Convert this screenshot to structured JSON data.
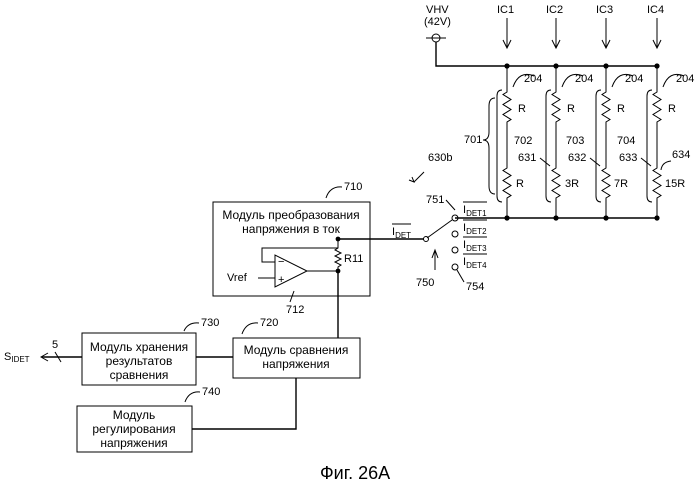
{
  "supply": {
    "name": "VHV",
    "voltage": "(42V)"
  },
  "currents": [
    "IC1",
    "IC2",
    "IC3",
    "IC4"
  ],
  "resistor_refs": [
    "204",
    "204",
    "204",
    "204"
  ],
  "top_resistors": [
    "R",
    "R",
    "R",
    "R"
  ],
  "bottom_resistors": [
    "R",
    "3R",
    "7R",
    "15R"
  ],
  "groups": [
    "701",
    "702",
    "703",
    "704"
  ],
  "bottom_refs": [
    "631",
    "632",
    "633",
    "634"
  ],
  "switch": {
    "block_ref": "630b",
    "switch_ref": "750",
    "contact_top_ref": "751",
    "contact_bottom_ref": "754",
    "input_label": "I",
    "input_sub": "DET",
    "outputs": [
      {
        "main": "I",
        "sub": "DET1"
      },
      {
        "main": "I",
        "sub": "DET2"
      },
      {
        "main": "I",
        "sub": "DET3"
      },
      {
        "main": "I",
        "sub": "DET4"
      }
    ]
  },
  "vi_module": {
    "ref": "710",
    "title_line1": "Модуль преобразования",
    "title_line2": "напряжения в ток",
    "vref": "Vref",
    "resistor": "R11",
    "opamp_ref": "712",
    "minus": "−",
    "plus": "+"
  },
  "compare_module": {
    "ref": "720",
    "line1": "Модуль сравнения",
    "line2": "напряжения"
  },
  "store_module": {
    "ref": "730",
    "line1": "Модуль хранения",
    "line2": "результатов",
    "line3": "сравнения"
  },
  "reg_module": {
    "ref": "740",
    "line1": "Модуль",
    "line2": "регулирования",
    "line3": "напряжения"
  },
  "output": {
    "main": "S",
    "sub": "IDET",
    "bus_width": "5"
  },
  "caption": "Фиг. 26A"
}
